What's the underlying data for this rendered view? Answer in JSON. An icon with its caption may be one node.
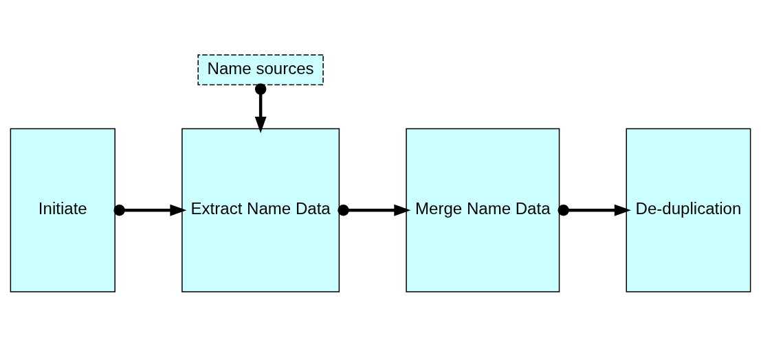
{
  "diagram": {
    "nodes": [
      {
        "text": [
          "Initiate"
        ]
      },
      {
        "text": [
          "Extract Name Data"
        ]
      },
      {
        "text": [
          "Merge Name Data"
        ]
      },
      {
        "text": [
          "De-duplication"
        ]
      },
      {
        "text": [
          "Name sources"
        ]
      }
    ],
    "edges": [
      {
        "from": 0,
        "to": 1,
        "arrow": "to"
      },
      {
        "from": 1,
        "to": 2,
        "arrow": "to"
      },
      {
        "from": 2,
        "to": 3,
        "arrow": "to"
      },
      {
        "from": 4,
        "to": 1,
        "arrow": "to"
      }
    ]
  }
}
